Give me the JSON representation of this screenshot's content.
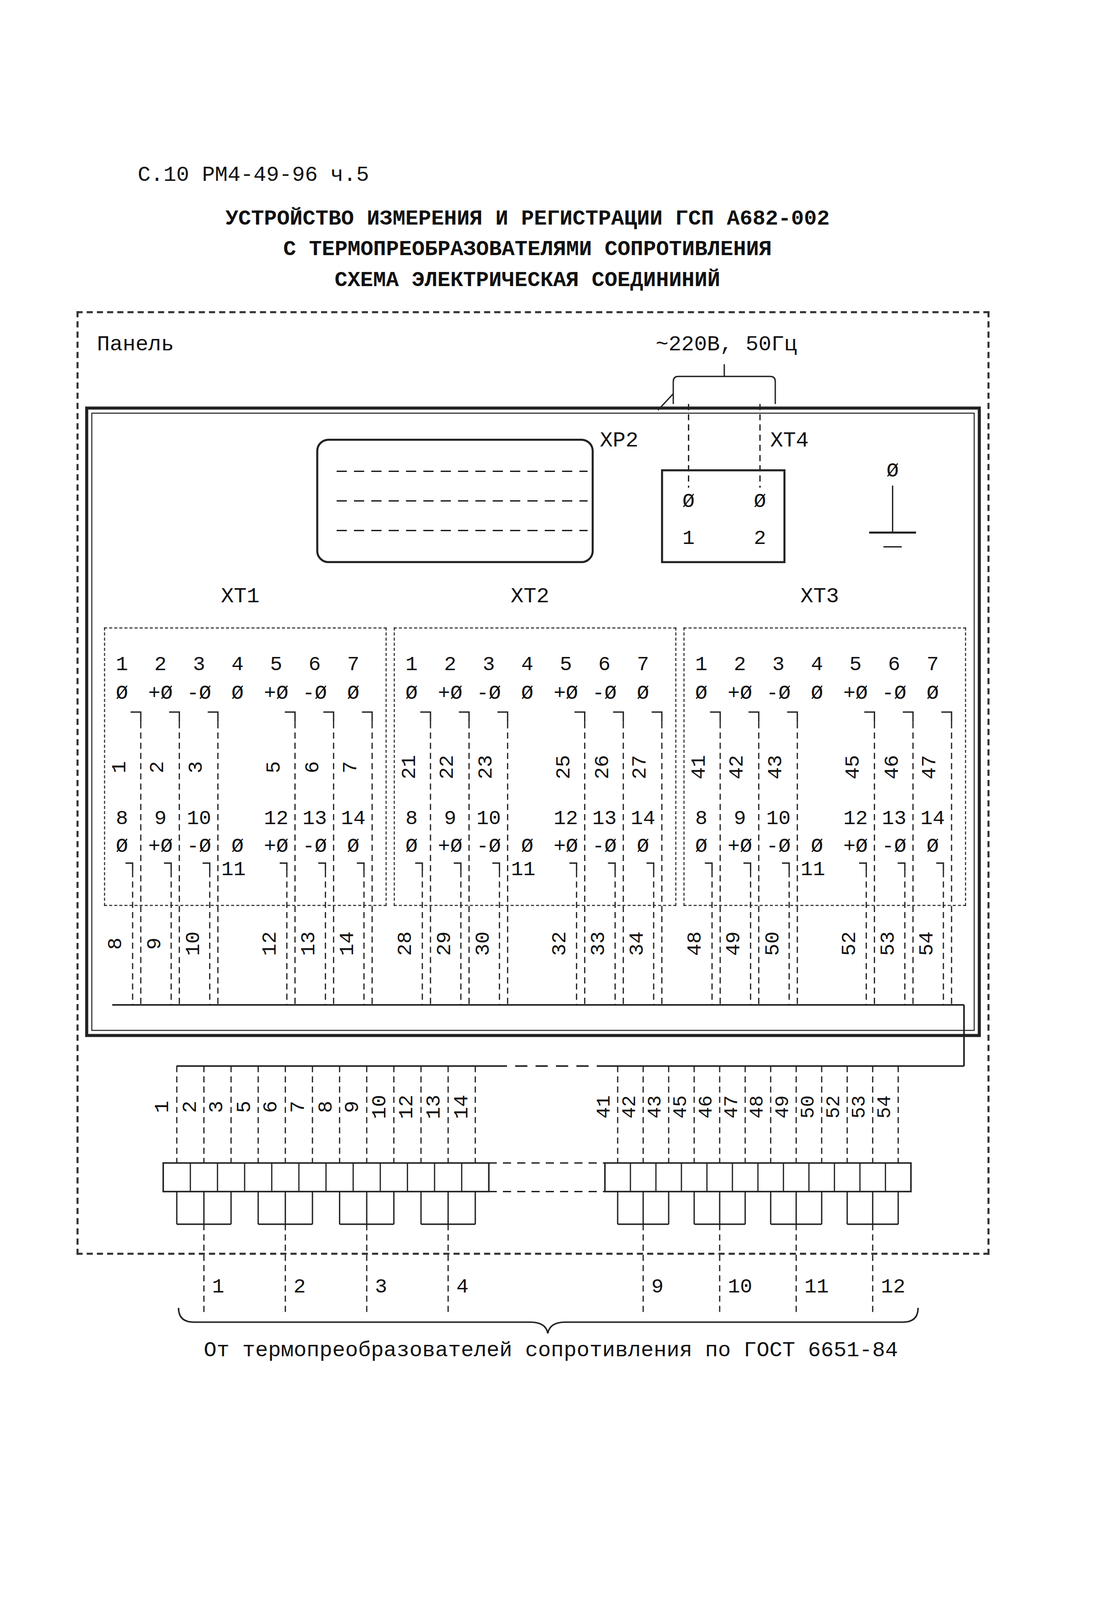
{
  "diagram": {
    "title": "УСТРОЙСТВО ИЗМЕРЕНИЯ И РЕГИСТРАЦИИ ГСП А682-002 С ТЕРМОПРЕОБРАЗОВАТЕЛЯМИ СОПРОТИВЛЕНИЯ",
    "caption": "От термопреобразователей сопротивления по ГОСТ 6651-84",
    "nodes": [
      {
        "text": [
          "Панель"
        ]
      },
      {
        "text": [
          "ХР2"
        ],
        "in": 0
      },
      {
        "text": [
          "ХТ4",
          "Ø",
          "Ø",
          "1",
          "2"
        ],
        "in": 0
      },
      {
        "text": [
          "ХТ1",
          "1",
          "2",
          "3",
          "4",
          "5",
          "6",
          "7",
          "Ø",
          "+Ø",
          "-Ø",
          "Ø",
          "+Ø",
          "-Ø",
          "Ø",
          "1",
          "2",
          "3",
          "5",
          "6",
          "7",
          "8",
          "9",
          "10",
          "11",
          "12",
          "13",
          "14",
          "Ø",
          "+Ø",
          "-Ø",
          "Ø",
          "+Ø",
          "-Ø",
          "Ø"
        ],
        "in": 0
      },
      {
        "text": [
          "ХТ2",
          "1",
          "2",
          "3",
          "4",
          "5",
          "6",
          "7",
          "Ø",
          "+Ø",
          "-Ø",
          "Ø",
          "+Ø",
          "-Ø",
          "Ø",
          "21",
          "22",
          "23",
          "25",
          "26",
          "27",
          "8",
          "9",
          "10",
          "11",
          "12",
          "13",
          "14",
          "Ø",
          "+Ø",
          "-Ø",
          "Ø",
          "+Ø",
          "-Ø",
          "Ø"
        ],
        "in": 0
      },
      {
        "text": [
          "ХТ3",
          "1",
          "2",
          "3",
          "4",
          "5",
          "6",
          "7",
          "Ø",
          "+Ø",
          "-Ø",
          "Ø",
          "+Ø",
          "-Ø",
          "Ø",
          "41",
          "42",
          "43",
          "45",
          "46",
          "47",
          "8",
          "9",
          "10",
          "11",
          "12",
          "13",
          "14",
          "Ø",
          "+Ø",
          "-Ø",
          "Ø",
          "+Ø",
          "-Ø",
          "Ø"
        ],
        "in": 0
      }
    ],
    "labels": [
      "С.10 РМ4-49-96 ч.5",
      "СХЕМА ЭЛЕКТРИЧЕСКАЯ СОЕДИНИНИЙ",
      "~220В, 50Гц",
      "Ø",
      "8",
      "9",
      "10",
      "12",
      "13",
      "14",
      "28",
      "29",
      "30",
      "32",
      "33",
      "34",
      "48",
      "49",
      "50",
      "52",
      "53",
      "54",
      "1",
      "2",
      "3",
      "5",
      "6",
      "7",
      "8",
      "9",
      "10",
      "12",
      "13",
      "14",
      "41",
      "42",
      "43",
      "45",
      "46",
      "47",
      "48",
      "49",
      "50",
      "52",
      "53",
      "54",
      "1",
      "2",
      "3",
      "4",
      "9",
      "10",
      "11",
      "12"
    ]
  }
}
